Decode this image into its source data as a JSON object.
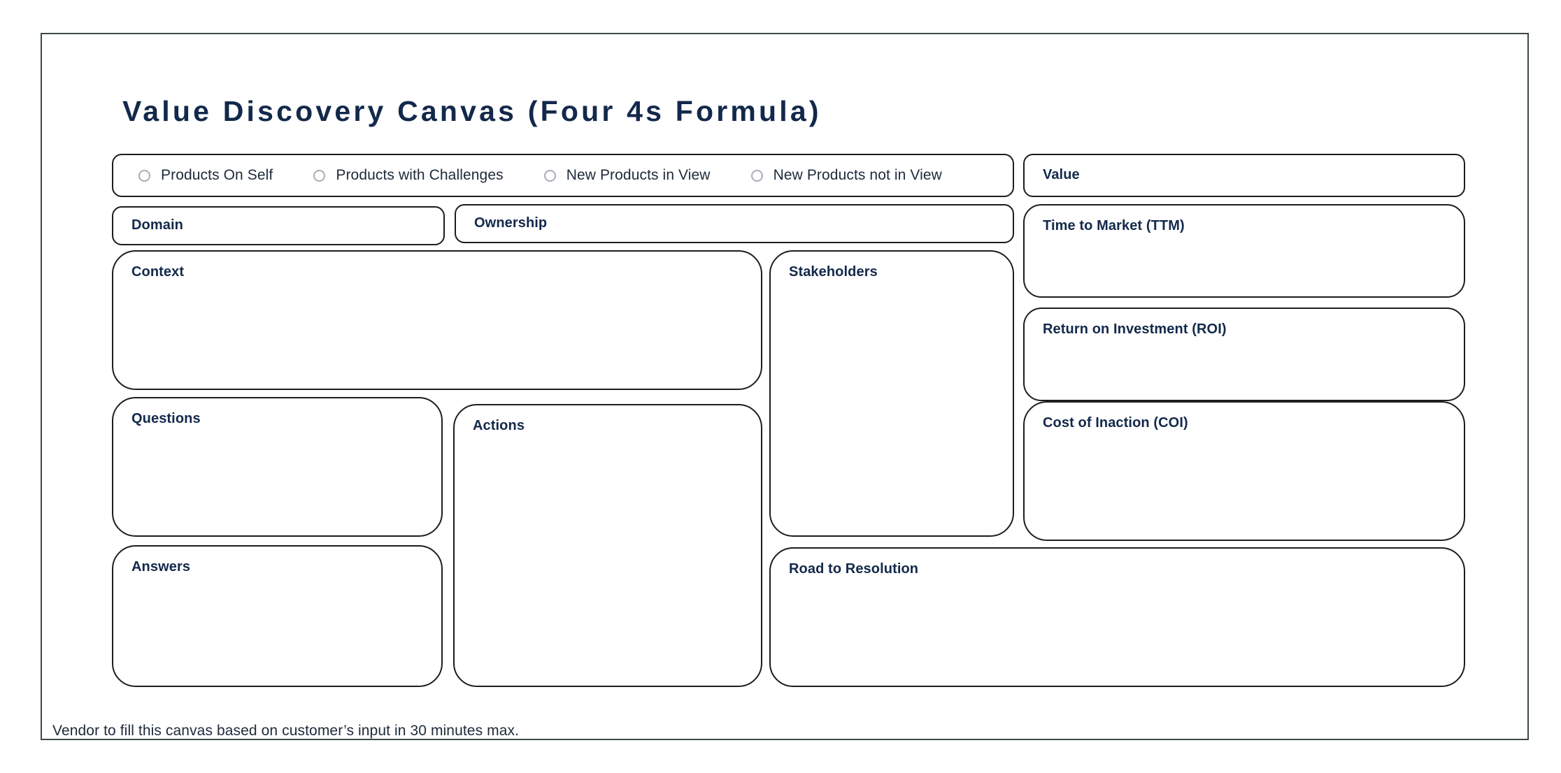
{
  "page": {
    "title": "Value Discovery Canvas (Four 4s Formula)",
    "footnote": "Vendor to fill this canvas based on customer’s input in 30 minutes max.",
    "colors": {
      "title_text": "#13294b",
      "label_text": "#13294b",
      "body_text": "#1d2a3a",
      "box_border": "#1b1d1f",
      "frame_border": "#3c4a47",
      "radio_border": "#a8aeb6",
      "background": "#ffffff"
    }
  },
  "segment_strip": {
    "options": [
      {
        "label": "Products On Self",
        "selected": false
      },
      {
        "label": "Products with Challenges",
        "selected": false
      },
      {
        "label": "New Products in View",
        "selected": false
      },
      {
        "label": "New Products not in View",
        "selected": false
      }
    ]
  },
  "fields": {
    "value": "Value",
    "domain": "Domain",
    "ownership": "Ownership",
    "time_to_market": "Time to Market (TTM)",
    "context": "Context",
    "stakeholders": "Stakeholders",
    "return_on_investment": "Return on Investment (ROI)",
    "questions": "Questions",
    "actions": "Actions",
    "cost_of_inaction": "Cost of Inaction (COI)",
    "answers": "Answers",
    "road_to_resolution": "Road to Resolution"
  }
}
